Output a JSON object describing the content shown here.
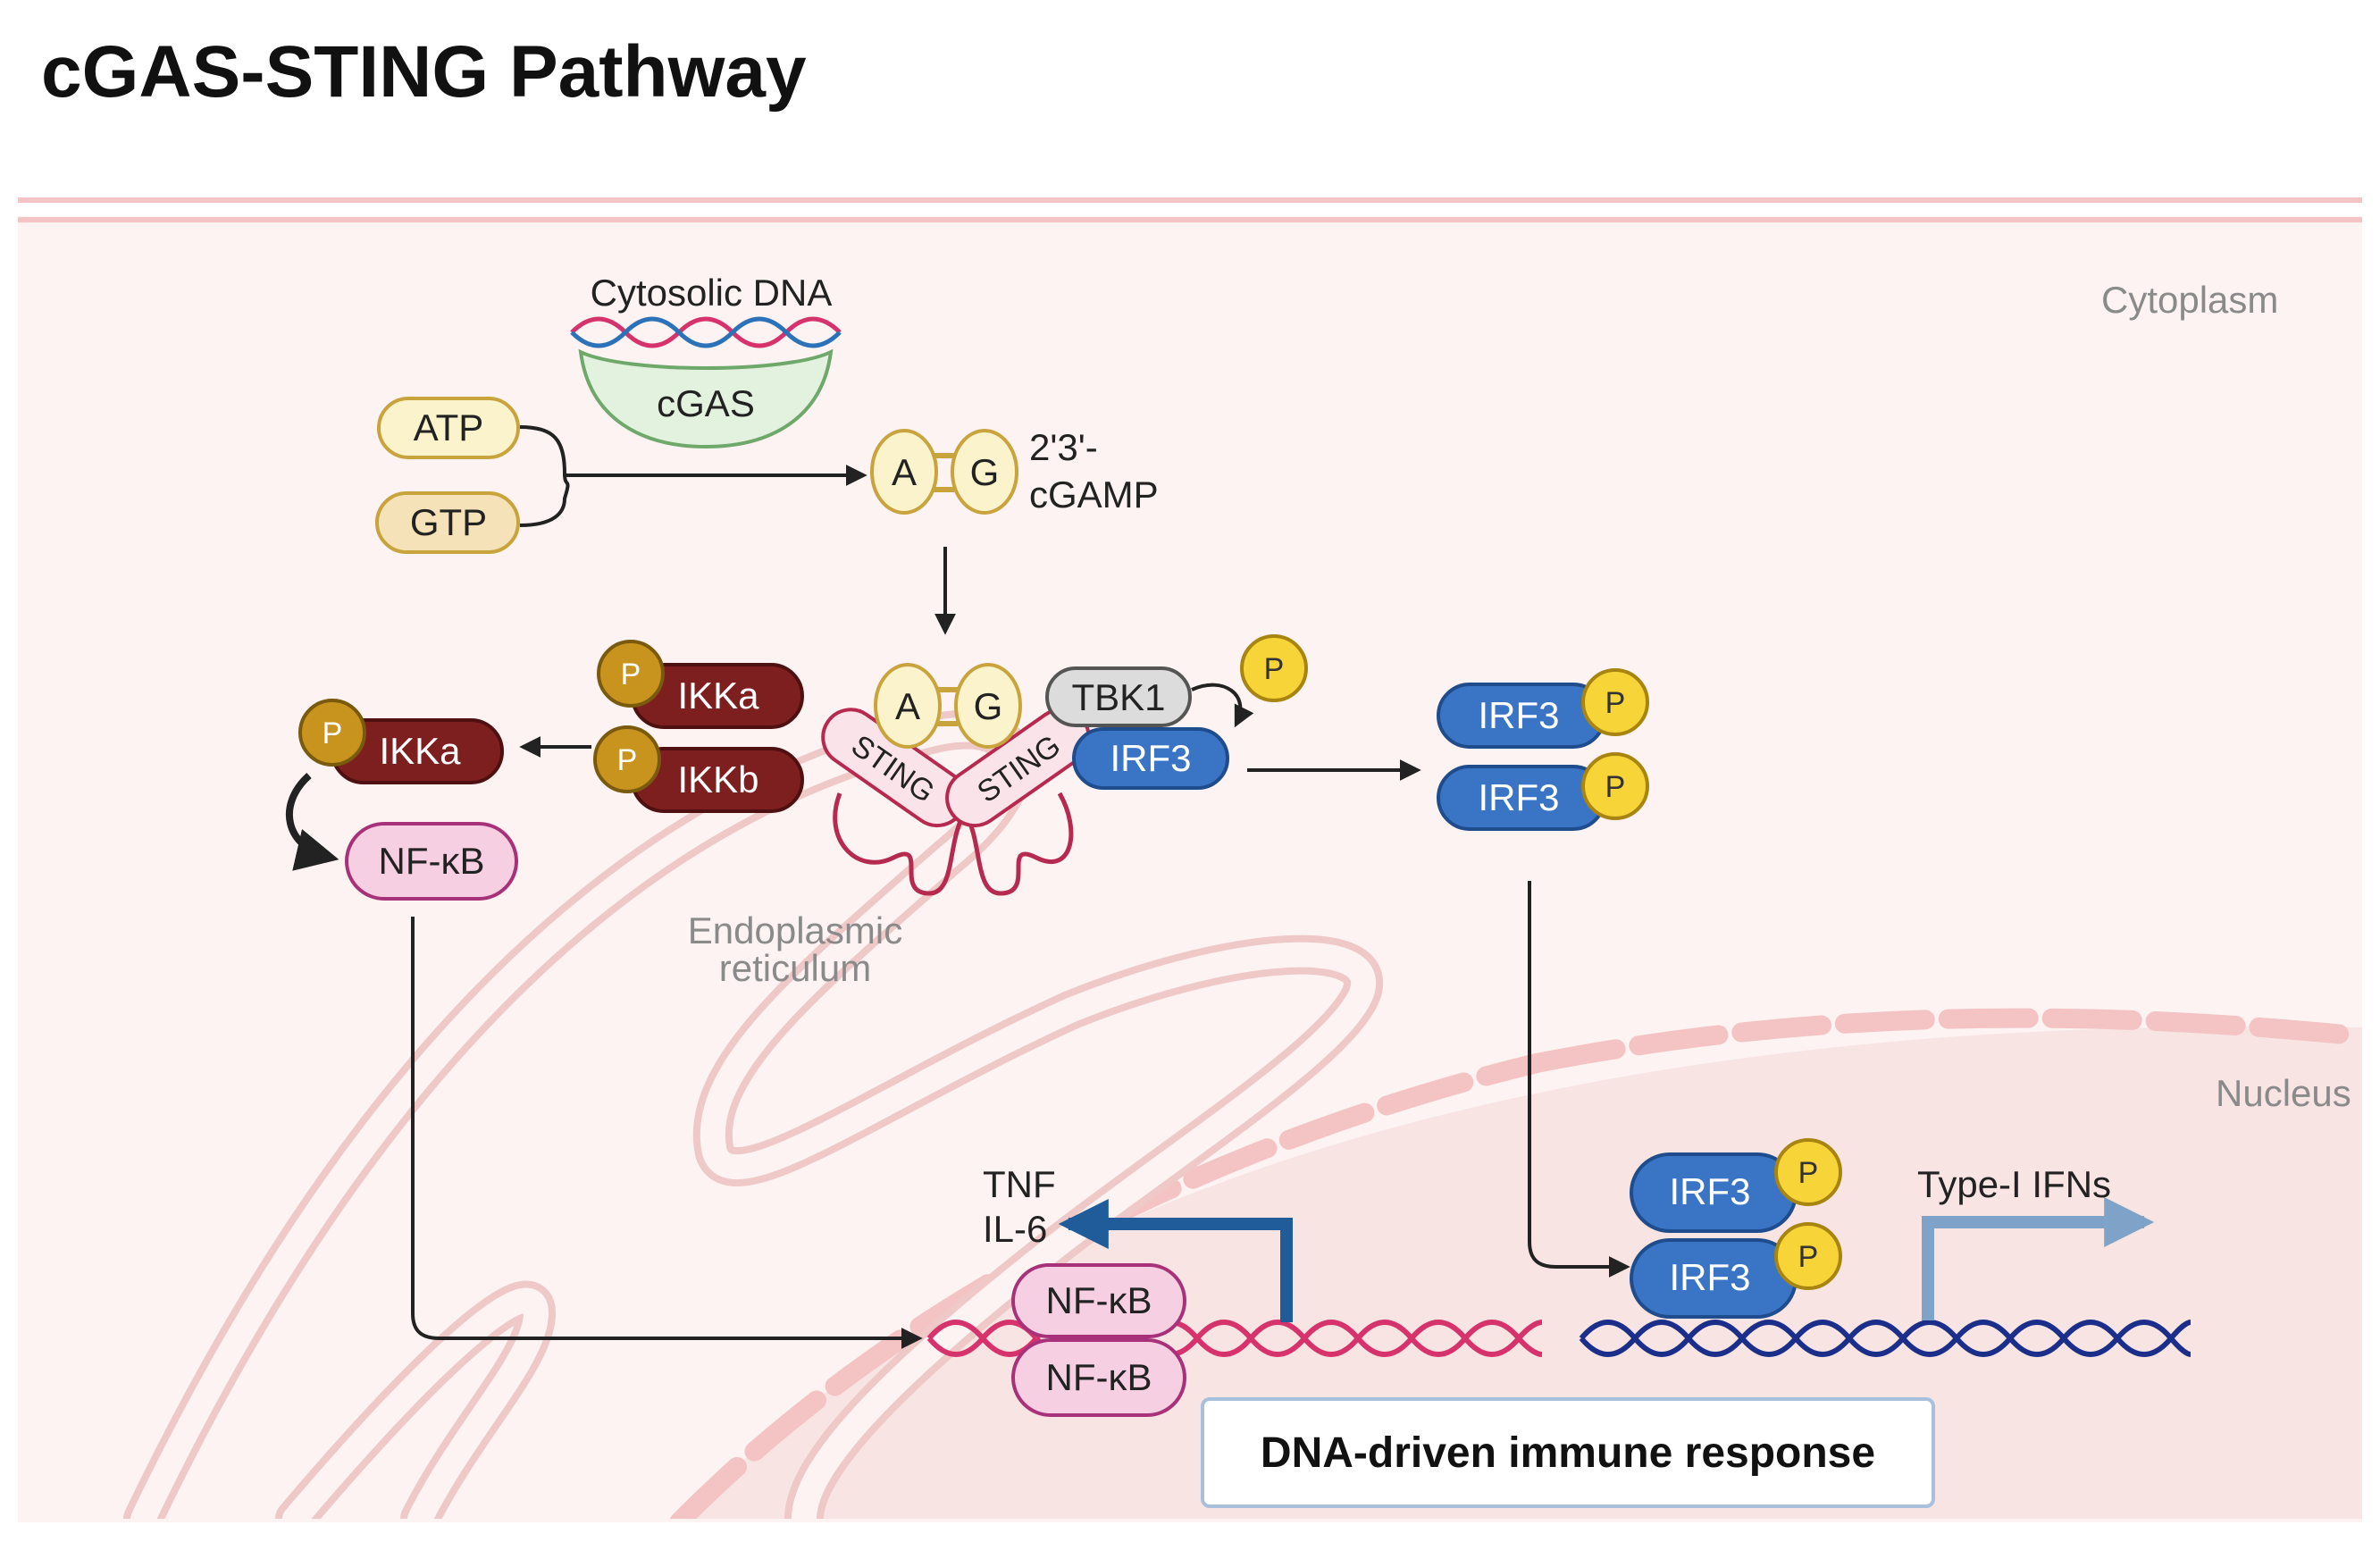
{
  "title": "cGAS-STING Pathway",
  "compartments": {
    "cytoplasm": "Cytoplasm",
    "nucleus": "Nucleus",
    "er": [
      "Endoplasmic",
      "reticulum"
    ]
  },
  "molecules": {
    "cytosolic_dna": "Cytosolic DNA",
    "cgas": "cGAS",
    "atp": "ATP",
    "gtp": "GTP",
    "a": "A",
    "g": "G",
    "cgamp": [
      "2'3'-",
      "cGAMP"
    ],
    "sting": "STING",
    "tbk1": "TBK1",
    "irf3": "IRF3",
    "phospho": "P",
    "ikka": "IKKa",
    "ikkb": "IKKb",
    "nfkb": "NF-κB"
  },
  "outputs": {
    "tnf": "TNF",
    "il6": "IL-6",
    "type1_ifns": "Type-I IFNs"
  },
  "result_box": "DNA-driven immune response",
  "colors": {
    "membrane": "#f4c4c4",
    "cytoplasm_bg": "#fdf3f2",
    "nucleus_bg": "#f8e4e3",
    "irf3_blue": "#3a74c4",
    "ikk_red": "#7e1f1f",
    "phospho_gold": "#c8941e",
    "phospho_yellow": "#f7d437",
    "nfkb_pink": "#f7cfe3",
    "sting_pink": "#fbe3ea",
    "sting_edge": "#b52a4e",
    "atp_fill": "#fbf3cc",
    "gtp_fill": "#f5e2b8",
    "cgas_fill": "#e3f1df",
    "dna_pink": "#d6336c",
    "dna_navy": "#1b2f8a",
    "arrow_blue_dark": "#1f5c99",
    "arrow_blue_light": "#7fa3c8"
  }
}
